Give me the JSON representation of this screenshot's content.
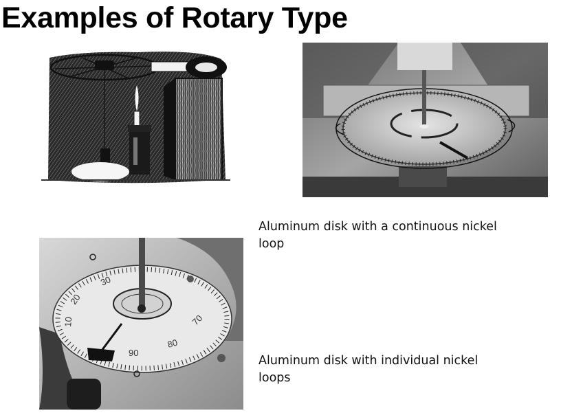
{
  "slide": {
    "title": "Examples of Rotary Type",
    "caption_continuous": "Aluminum disk with a continuous nickel loop",
    "caption_individual": "Aluminum disk with individual nickel loops"
  },
  "figures": {
    "dial_labels": [
      "10",
      "20",
      "30",
      "70",
      "80",
      "90"
    ]
  }
}
